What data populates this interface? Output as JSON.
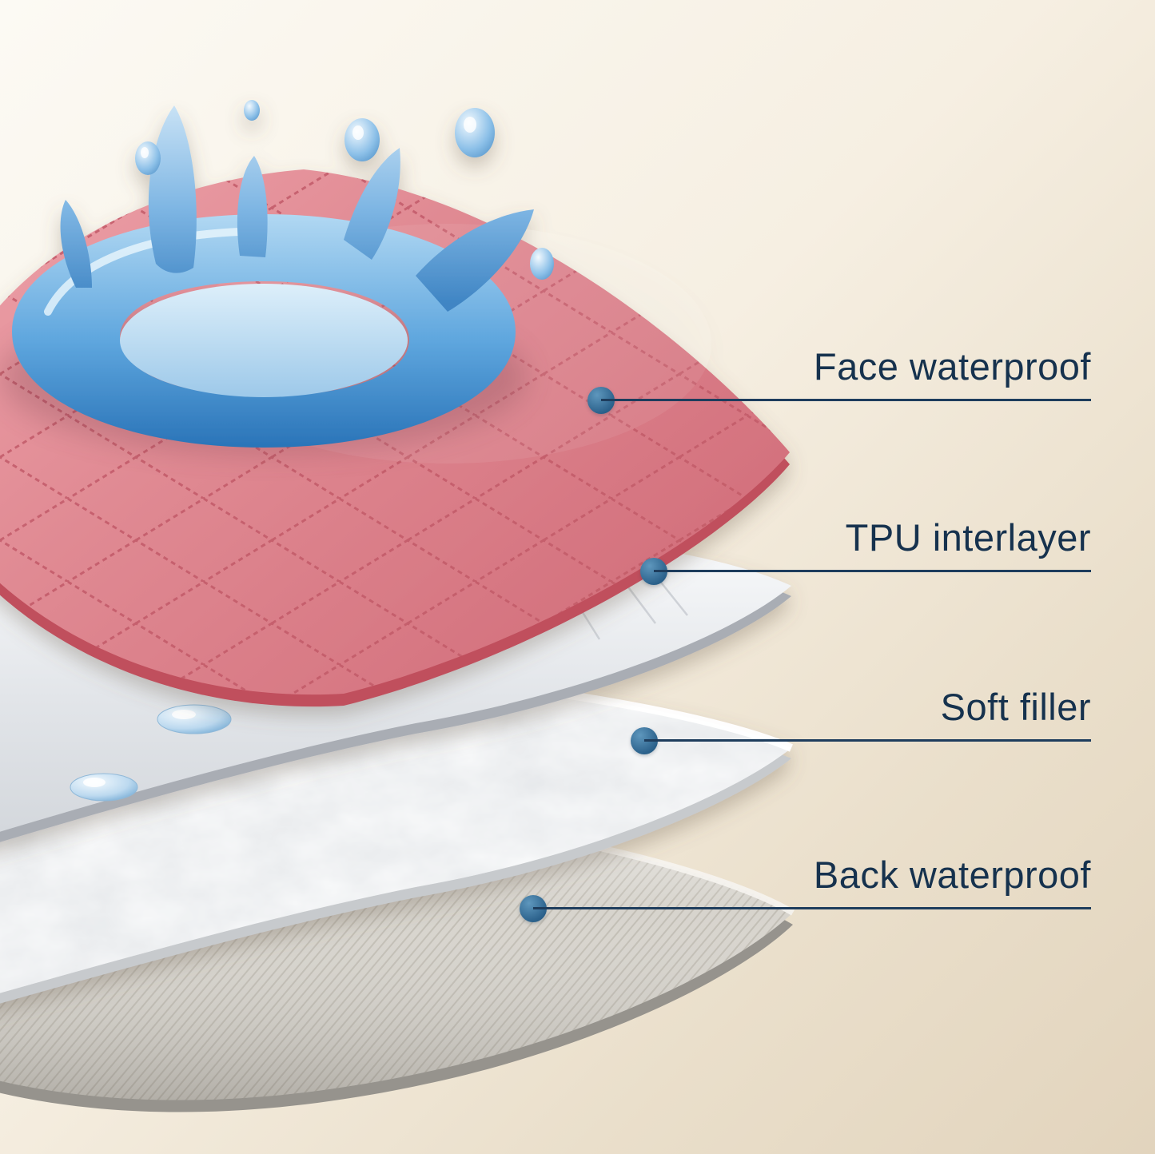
{
  "labels": [
    {
      "text": "Face waterproof"
    },
    {
      "text": "TPU interlayer"
    },
    {
      "text": "Soft filler"
    },
    {
      "text": "Back waterproof"
    }
  ],
  "colors": {
    "label_text": "#16324E",
    "leader_line": "#1E3D5D",
    "connector_dot": "#2F6C96",
    "face_layer_pink": "#E08A93",
    "face_layer_edge": "#C04F5D",
    "tpu_layer": "#E9ECEF",
    "filler_layer": "#F7F8F9",
    "back_layer": "#D7D4CD",
    "water_blue": "#4E95CF",
    "background_top_left": "#FCFAF4",
    "background_bottom_right": "#E2D4BD"
  }
}
